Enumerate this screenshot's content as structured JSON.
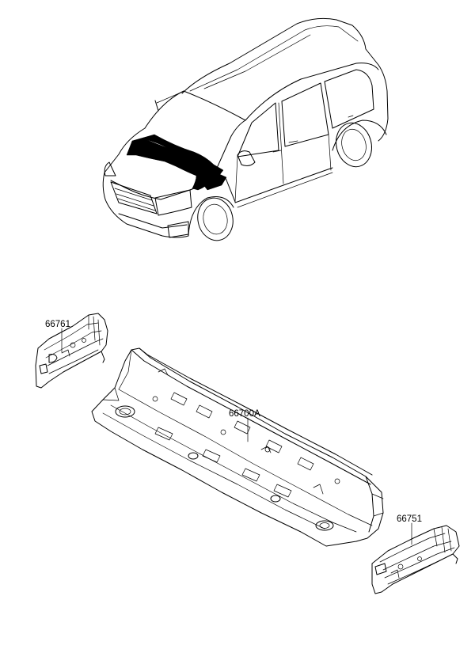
{
  "parts": [
    {
      "id": "p1",
      "label": "66761"
    },
    {
      "id": "p2",
      "label": "66700A"
    },
    {
      "id": "p3",
      "label": "66751"
    }
  ]
}
